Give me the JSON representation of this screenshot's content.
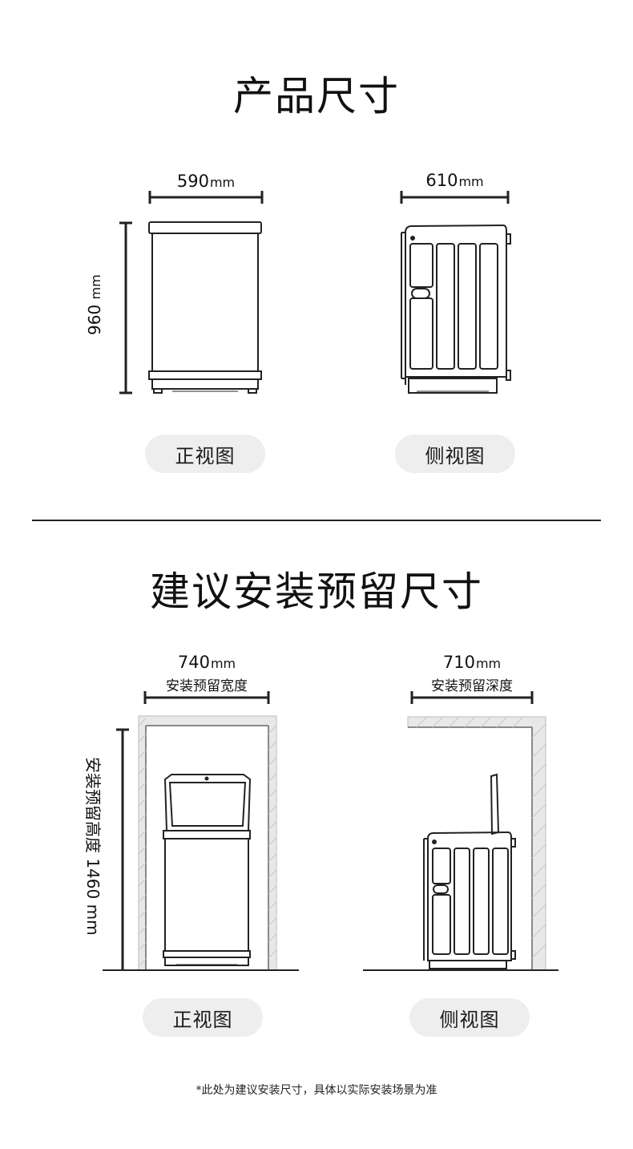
{
  "section1": {
    "title": "产品尺寸",
    "front": {
      "width_value": "590",
      "width_unit": "mm",
      "height_value": "960",
      "height_unit": "mm",
      "label": "正视图"
    },
    "side": {
      "depth_value": "610",
      "depth_unit": "mm",
      "label": "侧视图"
    }
  },
  "section2": {
    "title": "建议安装预留尺寸",
    "front": {
      "width_value": "740",
      "width_unit": "mm",
      "width_caption": "安装预留宽度",
      "height_label": "安装预留高度 1460 mm",
      "label": "正视图"
    },
    "side": {
      "depth_value": "710",
      "depth_unit": "mm",
      "depth_caption": "安装预留深度",
      "label": "侧视图"
    }
  },
  "note": "*此处为建议安装尺寸，具体以实际安装场景为准"
}
